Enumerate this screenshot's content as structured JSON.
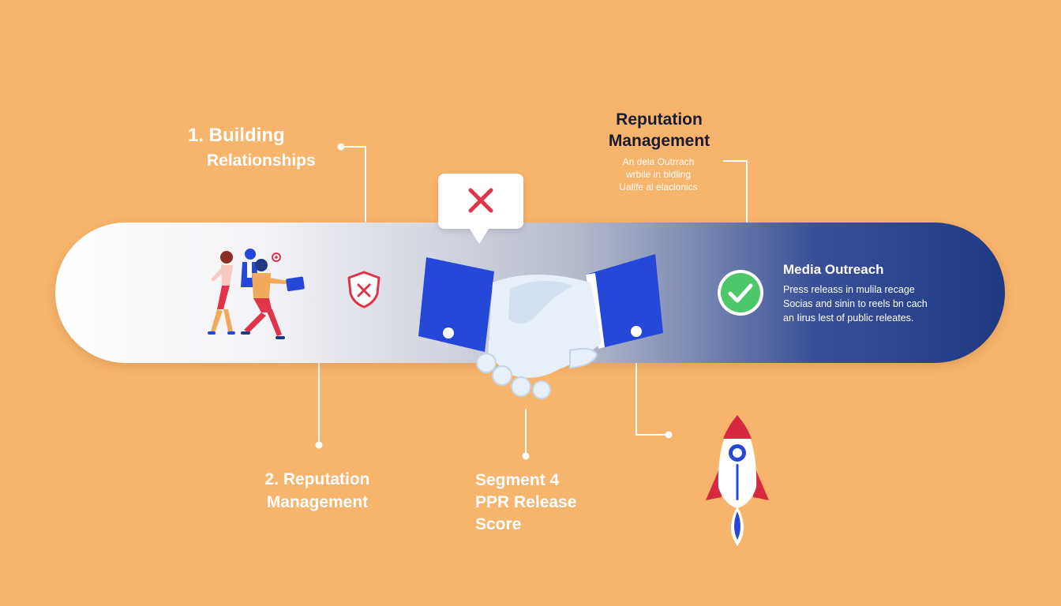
{
  "labels": {
    "step1_line1": "1. Building",
    "step1_line2": "Relationships",
    "reputation_title_line1": "Reputation",
    "reputation_title_line2": "Management",
    "reputation_desc_line1": "An dela Outrrach",
    "reputation_desc_line2": "wrbile in bldling",
    "reputation_desc_line3": "Ualife al elaclonics",
    "step2_line1": "2. Reputation",
    "step2_line2": "Management",
    "segment_line1": "Segment 4",
    "segment_line2": "PPR Release",
    "segment_line3": "Score"
  },
  "media": {
    "title": "Media Outreach",
    "desc_line1": "Press releass in mulila recage",
    "desc_line2": "Socias and sinin to reels bn cach",
    "desc_line3": "an Iirus lest of public releates."
  },
  "icons": {
    "people": "team-walking-icon",
    "shield": "shield-x-icon",
    "bubble": "speech-bubble-x-icon",
    "handshake": "handshake-icon",
    "check": "check-circle-icon",
    "rocket": "rocket-icon"
  },
  "colors": {
    "background": "#F7B46C",
    "banner_dark": "#1F3983",
    "accent_red": "#E0344A",
    "accent_green": "#4CC76A",
    "accent_blue": "#2648D8"
  }
}
